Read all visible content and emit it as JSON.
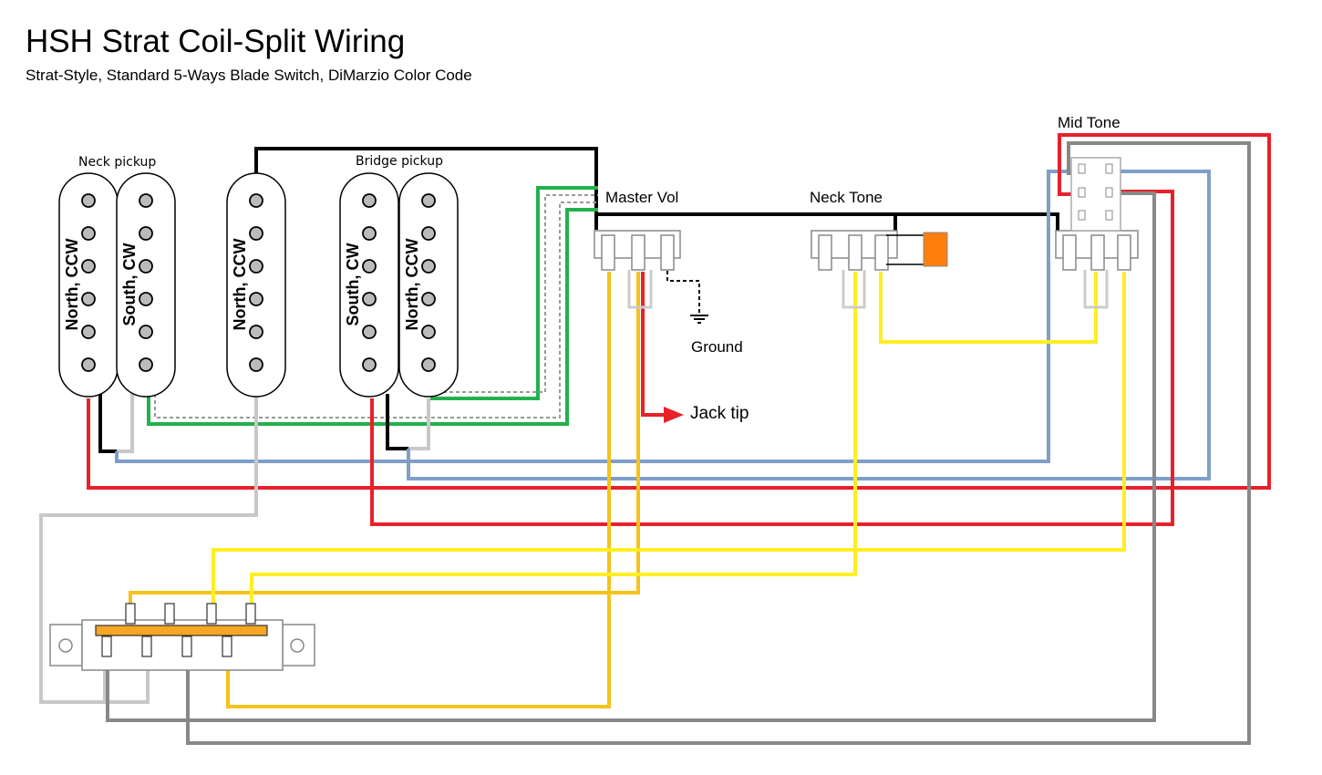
{
  "header": {
    "title": "HSH Strat Coil-Split Wiring",
    "subtitle": "Strat-Style, Standard 5-Ways Blade Switch, DiMarzio Color Code"
  },
  "labels": {
    "neck_pickup": "Neck pickup",
    "bridge_pickup": "Bridge pickup",
    "master_vol": "Master Vol",
    "neck_tone": "Neck Tone",
    "mid_tone": "Mid Tone",
    "ground": "Ground",
    "jack_tip": "Jack tip"
  },
  "coils": {
    "neck_north": "North, CCW",
    "neck_south": "South, CW",
    "middle_north": "North, CCW",
    "bridge_south": "South, CW",
    "bridge_north": "North, CCW"
  },
  "colors": {
    "black": "#000000",
    "red": "#e8202a",
    "green": "#22b14c",
    "white_wire": "#c8c8c8",
    "bare": "#a0a0a0",
    "blue": "#7f9fc8",
    "yellow": "#ffee22",
    "gold": "#f5c21b",
    "gray": "#888888",
    "cap": "#ff7f0e",
    "switch_bar": "#f5a623"
  }
}
